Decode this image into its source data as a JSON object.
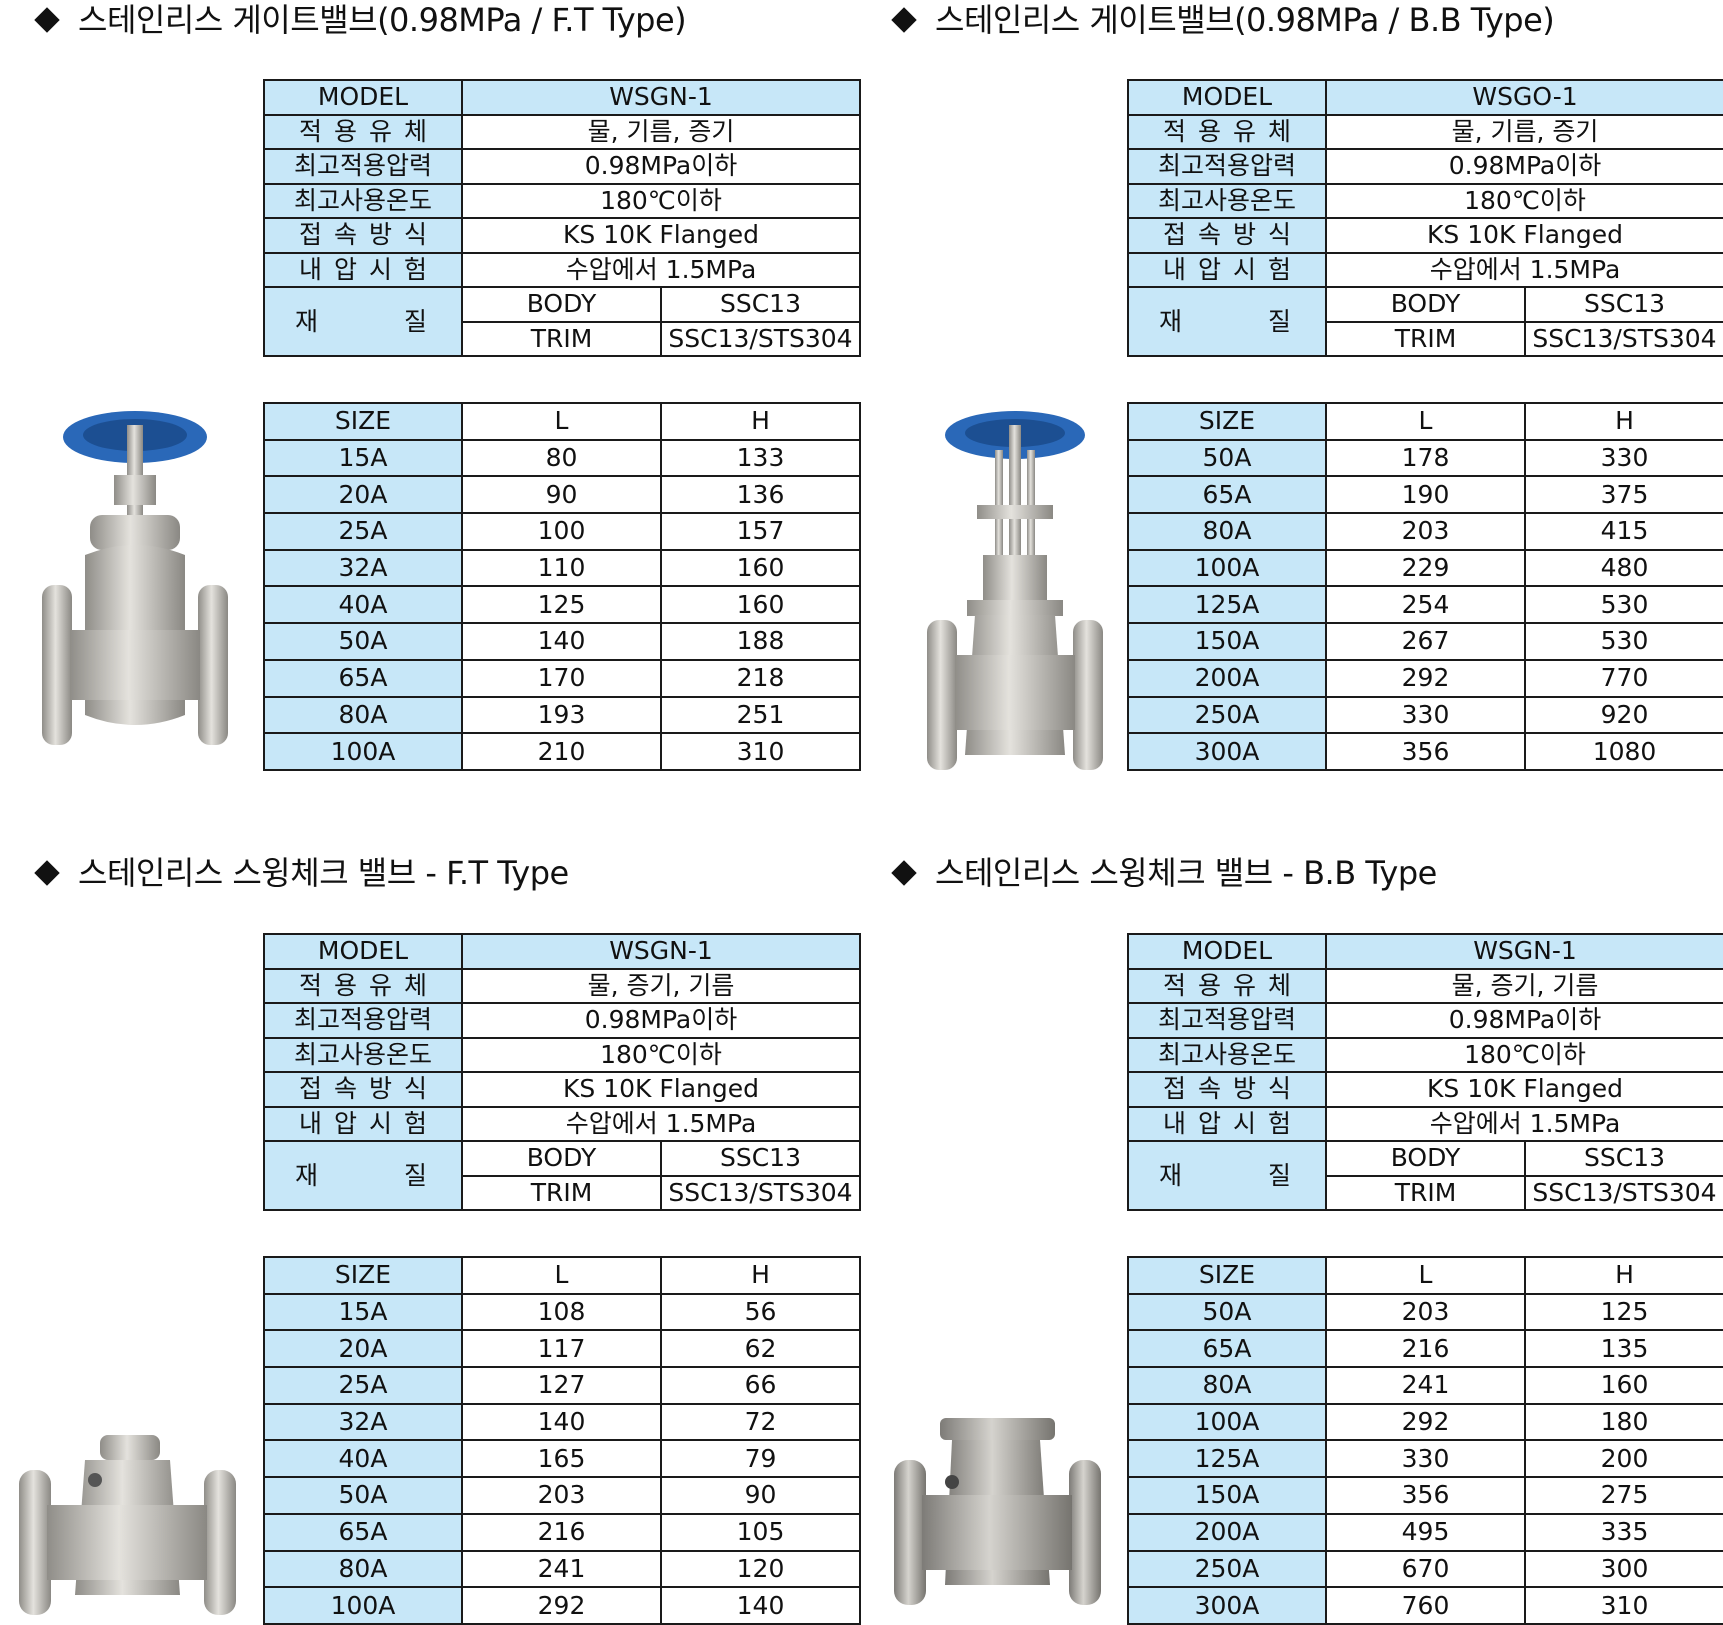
{
  "colors": {
    "header_bg": "#c7e7f8",
    "border": "#1a1a1a",
    "handwheel": "#2a68b8",
    "steel": "#c9c7c2"
  },
  "sections": [
    {
      "title": "스테인리스 게이트밸브(0.98MPa / F.T Type)",
      "image_icon": "gate-valve-ft-image",
      "spec": {
        "model_label": "MODEL",
        "model": "WSGN-1",
        "fluid_label": "적용유체",
        "fluid": "물, 기름, 증기",
        "pressure_label": "최고적용압력",
        "pressure": "0.98MPa이하",
        "temp_label": "최고사용온도",
        "temp": "180℃이하",
        "conn_label": "접속방식",
        "conn": "KS 10K Flanged",
        "test_label": "내압시험",
        "test": "수압에서 1.5MPa",
        "material_label_1": "재",
        "material_label_2": "질",
        "body_label": "BODY",
        "body": "SSC13",
        "trim_label": "TRIM",
        "trim": "SSC13/STS304"
      },
      "size_headers": [
        "SIZE",
        "L",
        "H"
      ],
      "rows": [
        [
          "15A",
          "80",
          "133"
        ],
        [
          "20A",
          "90",
          "136"
        ],
        [
          "25A",
          "100",
          "157"
        ],
        [
          "32A",
          "110",
          "160"
        ],
        [
          "40A",
          "125",
          "160"
        ],
        [
          "50A",
          "140",
          "188"
        ],
        [
          "65A",
          "170",
          "218"
        ],
        [
          "80A",
          "193",
          "251"
        ],
        [
          "100A",
          "210",
          "310"
        ]
      ]
    },
    {
      "title": "스테인리스 게이트밸브(0.98MPa / B.B Type)",
      "image_icon": "gate-valve-bb-image",
      "spec": {
        "model_label": "MODEL",
        "model": "WSGO-1",
        "fluid_label": "적용유체",
        "fluid": "물, 기름, 증기",
        "pressure_label": "최고적용압력",
        "pressure": "0.98MPa이하",
        "temp_label": "최고사용온도",
        "temp": "180℃이하",
        "conn_label": "접속방식",
        "conn": "KS 10K Flanged",
        "test_label": "내압시험",
        "test": "수압에서 1.5MPa",
        "material_label_1": "재",
        "material_label_2": "질",
        "body_label": "BODY",
        "body": "SSC13",
        "trim_label": "TRIM",
        "trim": "SSC13/STS304"
      },
      "size_headers": [
        "SIZE",
        "L",
        "H"
      ],
      "rows": [
        [
          "50A",
          "178",
          "330"
        ],
        [
          "65A",
          "190",
          "375"
        ],
        [
          "80A",
          "203",
          "415"
        ],
        [
          "100A",
          "229",
          "480"
        ],
        [
          "125A",
          "254",
          "530"
        ],
        [
          "150A",
          "267",
          "530"
        ],
        [
          "200A",
          "292",
          "770"
        ],
        [
          "250A",
          "330",
          "920"
        ],
        [
          "300A",
          "356",
          "1080"
        ]
      ]
    },
    {
      "title": "스테인리스 스윙체크 밸브 - F.T Type",
      "image_icon": "swing-check-valve-ft-image",
      "spec": {
        "model_label": "MODEL",
        "model": "WSGN-1",
        "fluid_label": "적용유체",
        "fluid": "물, 증기, 기름",
        "pressure_label": "최고적용압력",
        "pressure": "0.98MPa이하",
        "temp_label": "최고사용온도",
        "temp": "180℃이하",
        "conn_label": "접속방식",
        "conn": "KS 10K Flanged",
        "test_label": "내압시험",
        "test": "수압에서 1.5MPa",
        "material_label_1": "재",
        "material_label_2": "질",
        "body_label": "BODY",
        "body": "SSC13",
        "trim_label": "TRIM",
        "trim": "SSC13/STS304"
      },
      "size_headers": [
        "SIZE",
        "L",
        "H"
      ],
      "rows": [
        [
          "15A",
          "108",
          "56"
        ],
        [
          "20A",
          "117",
          "62"
        ],
        [
          "25A",
          "127",
          "66"
        ],
        [
          "32A",
          "140",
          "72"
        ],
        [
          "40A",
          "165",
          "79"
        ],
        [
          "50A",
          "203",
          "90"
        ],
        [
          "65A",
          "216",
          "105"
        ],
        [
          "80A",
          "241",
          "120"
        ],
        [
          "100A",
          "292",
          "140"
        ]
      ]
    },
    {
      "title": "스테인리스 스윙체크 밸브 - B.B Type",
      "image_icon": "swing-check-valve-bb-image",
      "spec": {
        "model_label": "MODEL",
        "model": "WSGN-1",
        "fluid_label": "적용유체",
        "fluid": "물, 증기, 기름",
        "pressure_label": "최고적용압력",
        "pressure": "0.98MPa이하",
        "temp_label": "최고사용온도",
        "temp": "180℃이하",
        "conn_label": "접속방식",
        "conn": "KS 10K Flanged",
        "test_label": "내압시험",
        "test": "수압에서 1.5MPa",
        "material_label_1": "재",
        "material_label_2": "질",
        "body_label": "BODY",
        "body": "SSC13",
        "trim_label": "TRIM",
        "trim": "SSC13/STS304"
      },
      "size_headers": [
        "SIZE",
        "L",
        "H"
      ],
      "rows": [
        [
          "50A",
          "203",
          "125"
        ],
        [
          "65A",
          "216",
          "135"
        ],
        [
          "80A",
          "241",
          "160"
        ],
        [
          "100A",
          "292",
          "180"
        ],
        [
          "125A",
          "330",
          "200"
        ],
        [
          "150A",
          "356",
          "275"
        ],
        [
          "200A",
          "495",
          "335"
        ],
        [
          "250A",
          "670",
          "300"
        ],
        [
          "300A",
          "760",
          "310"
        ]
      ]
    }
  ]
}
